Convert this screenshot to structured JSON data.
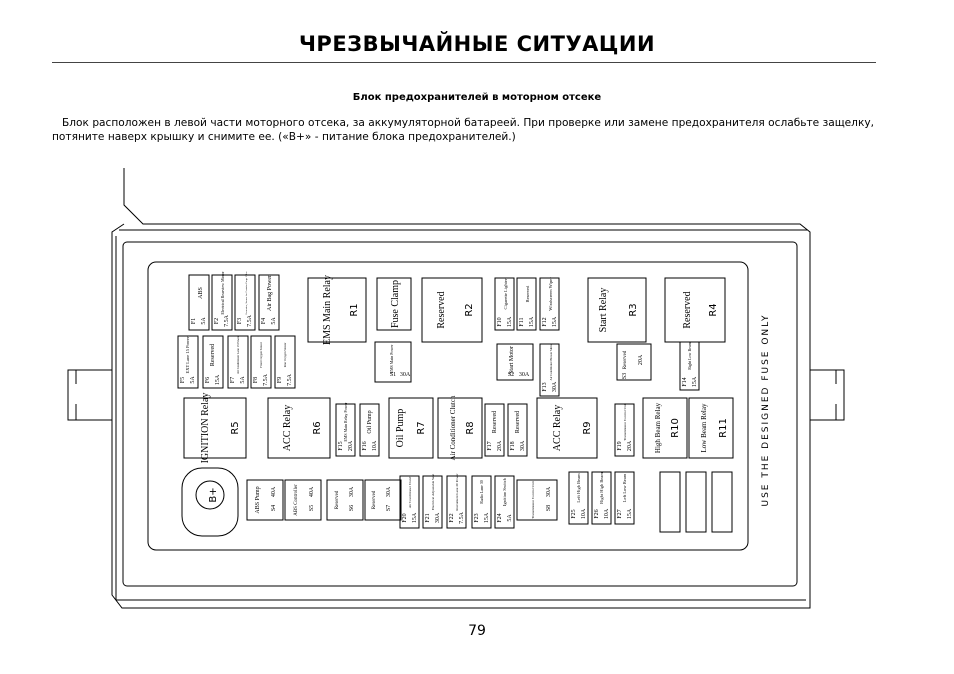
{
  "page": {
    "title": "ЧРЕЗВЫЧАЙНЫЕ СИТУАЦИИ",
    "subtitle": "Блок предохранителей в моторном отсеке",
    "paragraph": "Блок расположен в левой части моторного отсека, за аккумуляторной батареей. При проверке или замене предохранителя ослабьте защелку, потяните наверх крышку и снимите ее. («В+» - питание блока предохранителей.)",
    "page_number": "79"
  },
  "diagram": {
    "side_note": "USE THE DESIGNED FUSE ONLY",
    "battery": "B+",
    "relays": {
      "r1": {
        "name": "EMS Main Relay",
        "code": "R1"
      },
      "fuse_clamp": "Fuse Clamp",
      "r2": {
        "name": "Reserved",
        "code": "R2"
      },
      "r3": {
        "name": "Start Relay",
        "code": "R3"
      },
      "r4": {
        "name": "Reserved",
        "code": "R4"
      },
      "r5": {
        "name": "IGNITION Relay",
        "code": "R5"
      },
      "r6": {
        "name": "ACC Relay",
        "code": "R6"
      },
      "r7": {
        "name": "Oil Pump",
        "code": "R7"
      },
      "r8": {
        "name": "Air Conditioner Clutch",
        "code": "R8"
      },
      "r9": {
        "name": "ACC Relay",
        "code": "R9"
      },
      "r10": {
        "name": "High Beam Relay",
        "code": "R10"
      },
      "r11": {
        "name": "Low Beam Relay",
        "code": "R11"
      }
    },
    "fuses": {
      "f1": {
        "code": "F1",
        "amp": "5A",
        "name": "ABS"
      },
      "f2": {
        "code": "F2",
        "amp": "7.5A",
        "name": "Electrical Rearview Mirror"
      },
      "f3": {
        "code": "F3",
        "amp": "7.5A",
        "name": "Generator, Sensor for Canister Purge Valve"
      },
      "f4": {
        "code": "F4",
        "amp": "5A",
        "name": "Air Bag Power"
      },
      "f5": {
        "code": "F5",
        "amp": "5A",
        "name": "EXT Lane 15 Power"
      },
      "f6": {
        "code": "F6",
        "amp": "15A",
        "name": "Reserved"
      },
      "f7": {
        "code": "F7",
        "amp": "5A",
        "name": "Air Conditioner Lane 15 Power"
      },
      "f8": {
        "code": "F8",
        "amp": "7.5A",
        "name": "Front Oxygen Sensor"
      },
      "f9": {
        "code": "F9",
        "amp": "7.5A",
        "name": "Rear Oxygen Sensor"
      },
      "f10": {
        "code": "F10",
        "amp": "15A",
        "name": "Cigarette Lighter"
      },
      "f11": {
        "code": "F11",
        "amp": "15A",
        "name": "Reserved"
      },
      "f12": {
        "code": "F12",
        "amp": "15A",
        "name": "Windscreen Wiper"
      },
      "f13": {
        "code": "F13",
        "amp": "30A",
        "name": "Air Conditioner Blower Motor"
      },
      "f14": {
        "code": "F14",
        "amp": "15A",
        "name": "Right Low Beam"
      },
      "f15": {
        "code": "F15",
        "amp": "20A",
        "name": "EMS Main Relay Power"
      },
      "f16": {
        "code": "F16",
        "amp": "10A",
        "name": "Oil Pump"
      },
      "f17": {
        "code": "F17",
        "amp": "20A",
        "name": "Reserved"
      },
      "f18": {
        "code": "F18",
        "amp": "30A",
        "name": "Reserved"
      },
      "f19": {
        "code": "F19",
        "amp": "20A",
        "name": "Transmission Control Unit"
      },
      "f20": {
        "code": "F20",
        "amp": "15A",
        "name": "Air Conditioner Clutch"
      },
      "f21": {
        "code": "F21",
        "amp": "30A",
        "name": "Electrical Adjustable Seat"
      },
      "f22": {
        "code": "F22",
        "amp": "7.5A",
        "name": "Instrument Lane 30 Power"
      },
      "f23": {
        "code": "F23",
        "amp": "15A",
        "name": "Radio Lane 30"
      },
      "f24": {
        "code": "F24",
        "amp": "5A",
        "name": "Ignition Switch"
      },
      "f25": {
        "code": "F25",
        "amp": "10A",
        "name": "Left High Beam"
      },
      "f26": {
        "code": "F26",
        "amp": "10A",
        "name": "Right High Beam"
      },
      "f27": {
        "code": "F27",
        "amp": "15A",
        "name": "Left Low Beam"
      }
    },
    "slots": {
      "s1": {
        "code": "S1",
        "amp": "30A",
        "name": "EMS Main Power"
      },
      "s2": {
        "code": "S2",
        "amp": "30A",
        "name": "Start Motor"
      },
      "s3": {
        "code": "S3",
        "amp": "20A",
        "name": "Reserved"
      },
      "s4": {
        "code": "S4",
        "amp": "40A",
        "name": "ABS Pump"
      },
      "s5": {
        "code": "S5",
        "amp": "40A",
        "name": "ABS Controller"
      },
      "s6": {
        "code": "S6",
        "amp": "30A",
        "name": "Reserved"
      },
      "s7": {
        "code": "S7",
        "amp": "30A",
        "name": "Reserved"
      },
      "s8": {
        "code": "S8",
        "amp": "30A",
        "name": "Transmission Control Unit"
      }
    }
  }
}
